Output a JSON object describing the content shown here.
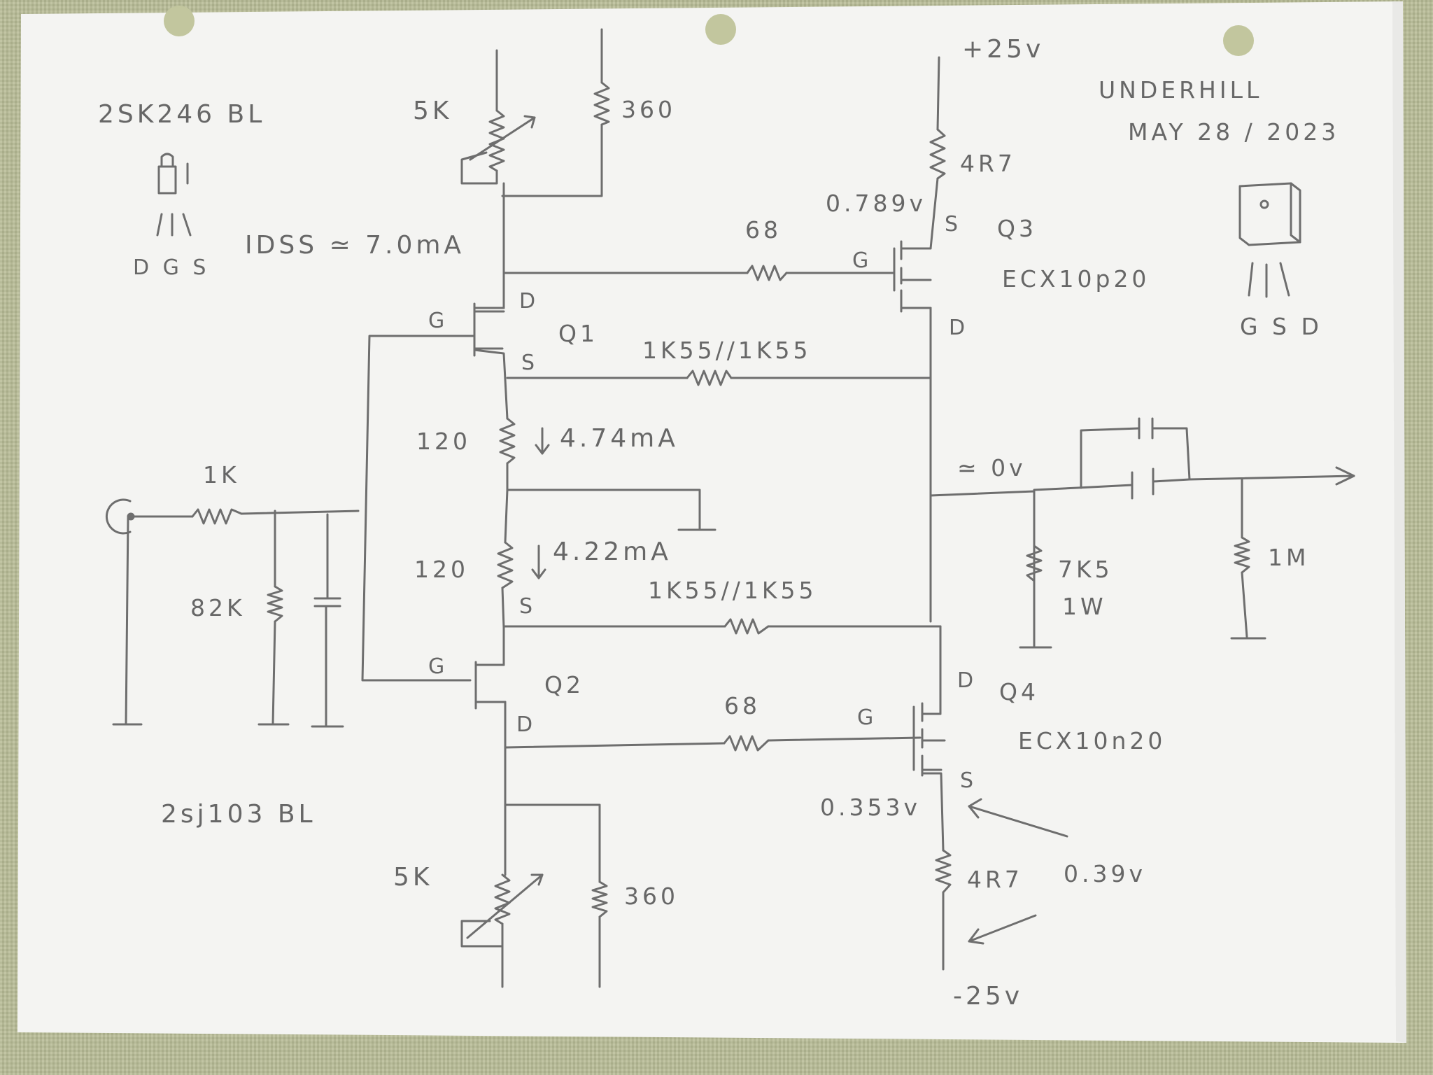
{
  "header": {
    "author": "UNDERHILL",
    "date": "MAY 28 / 2023"
  },
  "parts": {
    "jfet_n": "2SK246 BL",
    "jfet_n_pins": "D G S",
    "idss": "IDSS ≃ 7.0mA",
    "jfet_p": "2sj103 BL",
    "mosfet_pins": "G S D",
    "q3_model": "ECX10p20",
    "q4_model": "ECX10n20"
  },
  "transistors": {
    "q1": "Q1",
    "q2": "Q2",
    "q3": "Q3",
    "q4": "Q4"
  },
  "pins": {
    "q1_g": "G",
    "q1_d": "D",
    "q1_s": "S",
    "q2_g": "G",
    "q2_d": "D",
    "q2_s": "S",
    "q3_g": "G",
    "q3_s": "S",
    "q3_d": "D",
    "q4_g": "G",
    "q4_d": "D",
    "q4_s": "S"
  },
  "components": {
    "pot_top": "5K",
    "r_top_360": "360",
    "r_q3_source": "4R7",
    "r_q3_gate": "68",
    "r_fb_top": "1K55//1K55",
    "r_src_top": "120",
    "r_src_bottom": "120",
    "r_fb_bottom": "1K55//1K55",
    "r_q4_gate": "68",
    "r_input": "1K",
    "r_input_shunt": "82K",
    "r_load": "7K5",
    "r_load_power": "1W",
    "r_out": "1M",
    "pot_bottom": "5K",
    "r_bottom_360": "360",
    "r_q4_source": "4R7"
  },
  "measurements": {
    "v_pos": "+25v",
    "v_neg": "-25v",
    "v_q3_source": "0.789v",
    "v_output": "≃ 0v",
    "i_top": "4.74mA",
    "i_bottom": "4.22mA",
    "v_q4_source": "0.353v",
    "v_q4_resistor": "0.39v"
  }
}
